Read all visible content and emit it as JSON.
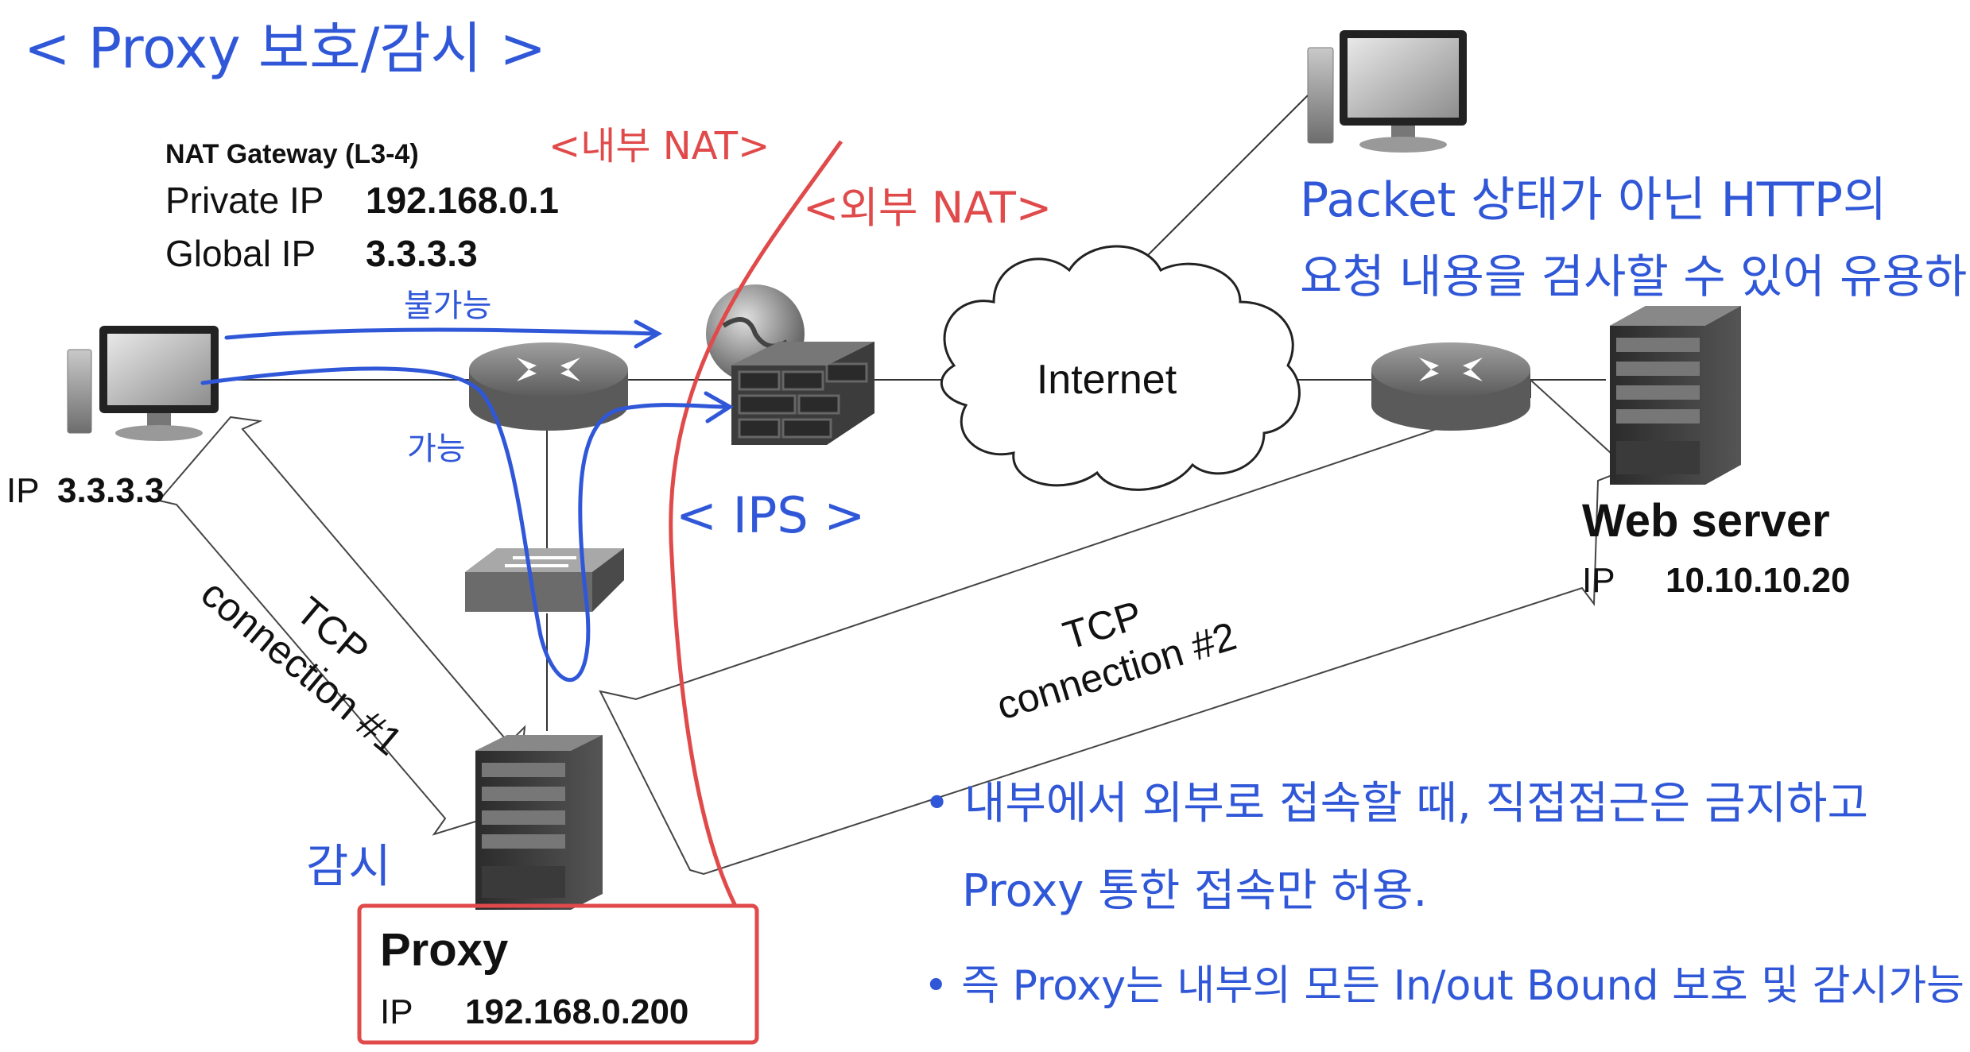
{
  "title": "< Proxy 보호/감시 >",
  "nat_gateway": {
    "heading": "NAT Gateway (L3-4)",
    "private_label": "Private IP",
    "private_value": "192.168.0.1",
    "global_label": "Global IP",
    "global_value": "3.3.3.3"
  },
  "client": {
    "ip_label": "IP",
    "ip_value": "3.3.3.3"
  },
  "proxy": {
    "name": "Proxy",
    "ip_label": "IP",
    "ip_value": "192.168.0.200"
  },
  "web_server": {
    "name": "Web server",
    "ip_label": "IP",
    "ip_value": "10.10.10.20"
  },
  "internet_label": "Internet",
  "tcp1": {
    "line1": "TCP",
    "line2": "connection #1"
  },
  "tcp2": {
    "line1": "TCP",
    "line2": "connection #2"
  },
  "annotations": {
    "internal_nat": "<내부 NAT>",
    "external_nat": "<외부 NAT>",
    "ips": "< IPS >",
    "not_possible": "불가능",
    "possible": "가능",
    "monitor": "감시",
    "packet_note_line1": "Packet 상태가 아닌 HTTP의",
    "packet_note_line2": "요청 내용을 검사할 수 있어 유용하다.",
    "bullet1_line1": "• 내부에서 외부로 접속할 때, 직접접근은 금지하고",
    "bullet1_line2": "Proxy 통한 접속만 허용.",
    "bullet2": "• 즉 Proxy는 내부의 모든 In/out Bound 보호 및 감시가능"
  },
  "colors": {
    "blue_ink": "#2f57d8",
    "red_ink": "#e04a4a",
    "print": "#111111"
  }
}
